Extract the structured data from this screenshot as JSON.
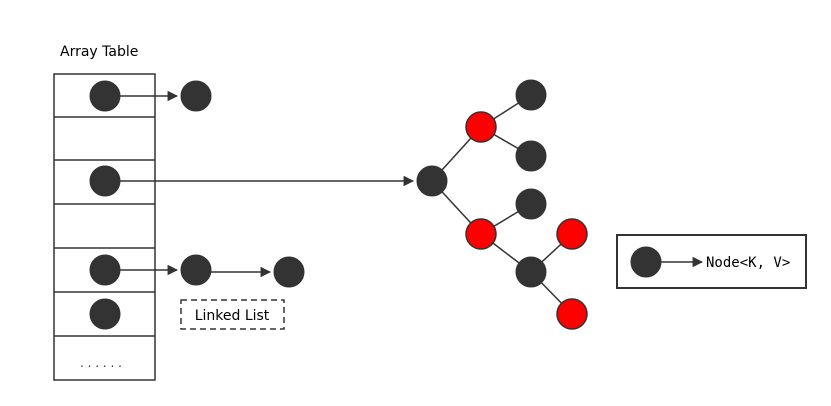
{
  "title": "Array Table",
  "linked_list_label": "Linked List",
  "ellipsis": ". . . . . .",
  "legend_label": "Node<K, V>",
  "colors": {
    "node_black": "#333333",
    "node_red": "#ff0000",
    "stroke": "#333333",
    "background": "#ffffff"
  }
}
